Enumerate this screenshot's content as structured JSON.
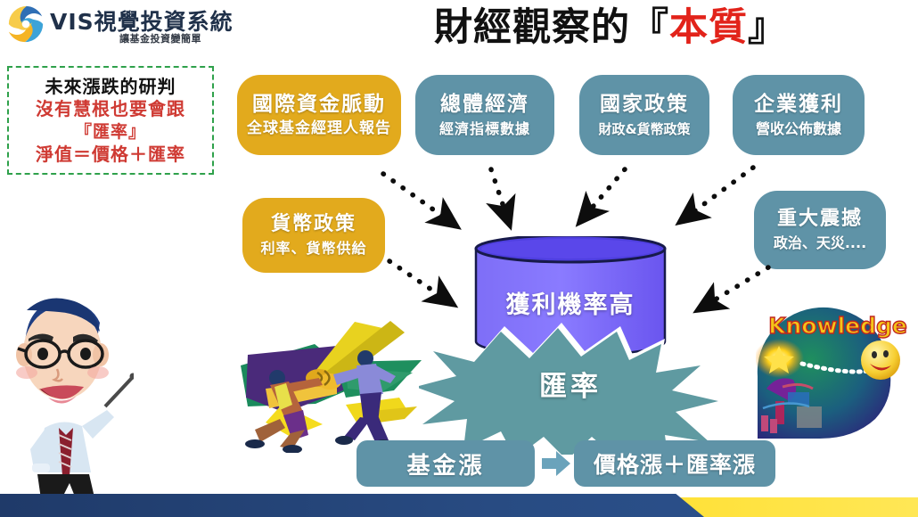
{
  "brand": {
    "logo_icon": "swirl-logo-icon",
    "title": "VIS視覺投資系統",
    "subtitle": "讓基金投資變簡單",
    "colors": {
      "logo_yellow": "#f5b425",
      "logo_blue": "#2f6fb5",
      "title": "#20314a"
    }
  },
  "header": {
    "title_prefix": "財經觀察的",
    "bracket_open": "『",
    "title_highlight": "本質",
    "bracket_close": "』",
    "highlight_color": "#e2231a"
  },
  "note": {
    "line1": "未來漲跌的研判",
    "line2": "沒有慧根也要會跟",
    "line3": "『匯率』",
    "line4": "淨值＝價格＋匯率",
    "border_color": "#2fa14b",
    "accent_color": "#cf3a33"
  },
  "factors": [
    {
      "id": "international-capital",
      "title": "國際資金脈動",
      "subtitle": "全球基金經理人報告",
      "color": "#e2aa1d"
    },
    {
      "id": "macro-economy",
      "title": "總體經濟",
      "subtitle": "經濟指標數據",
      "color": "#5f93a7"
    },
    {
      "id": "national-policy",
      "title": "國家政策",
      "subtitle": "財政&貨幣政策",
      "color": "#5f93a7"
    },
    {
      "id": "corporate-profit",
      "title": "企業獲利",
      "subtitle": "營收公佈數據",
      "color": "#5f93a7"
    },
    {
      "id": "monetary-policy",
      "title": "貨幣政策",
      "subtitle": "利率、貨幣供給",
      "color": "#e2aa1d"
    },
    {
      "id": "major-shock",
      "title": "重大震撼",
      "subtitle": "政治、天災....",
      "color": "#5f93a7"
    }
  ],
  "center": {
    "cylinder_label": "獲利機率高",
    "cylinder_color": "#7b6bf5",
    "burst_label": "匯率",
    "burst_color": "#5f9aa1"
  },
  "results": {
    "left_label": "基金漲",
    "right_label": "價格漲＋匯率漲",
    "arrow_icon": "right-arrow-icon",
    "box_color": "#5f93a7"
  },
  "artwork": {
    "knowledge_text": "Knowledge",
    "fight_clipart": "two-men-fighting-over-money-illustration",
    "knowledge_clipart": "head-silhouette-knowledge-illustration",
    "presenter_clipart": "cartoon-man-with-pointer-illustration"
  },
  "footer": {
    "navy_color": "#234175",
    "yellow_color": "#ffd400"
  }
}
